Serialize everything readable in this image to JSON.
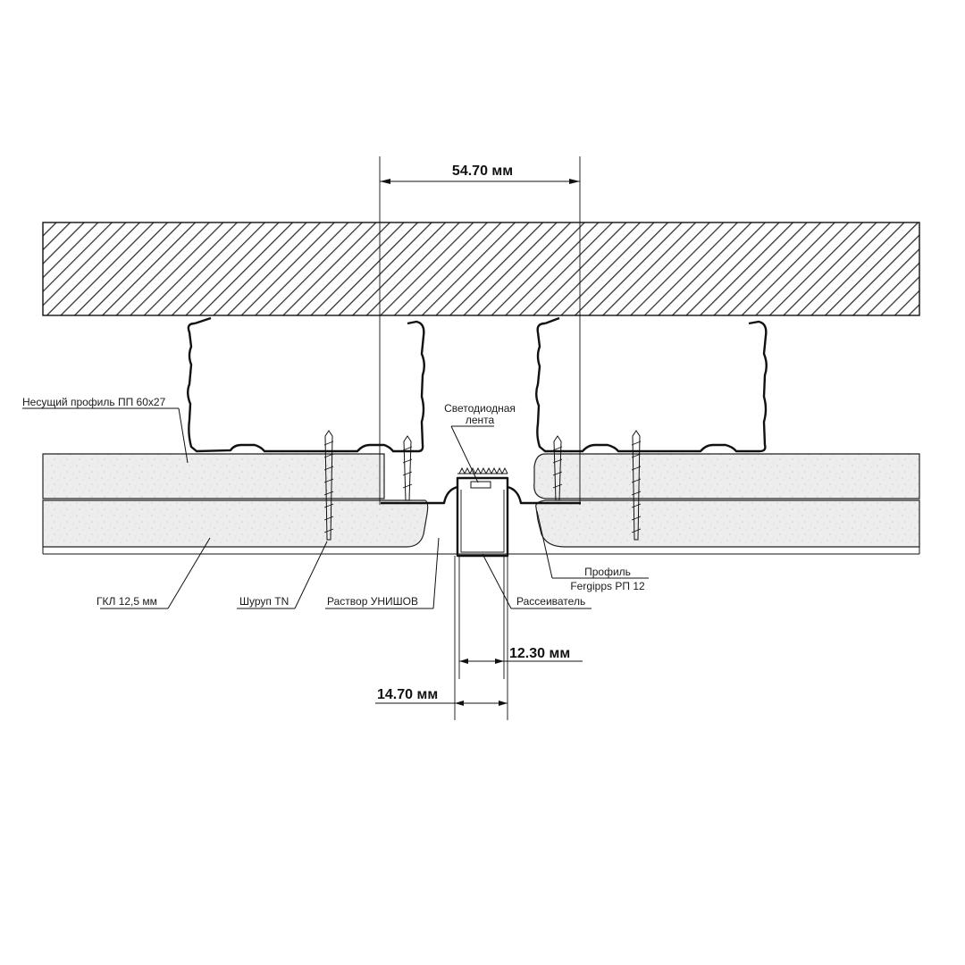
{
  "dimensions": {
    "top_width": "54.70 мм",
    "inner_width": "12.30 мм",
    "outer_width": "14.70 мм"
  },
  "labels": {
    "carrier_profile": "Несущий профиль ПП 60х27",
    "led_strip_line1": "Светодиодная",
    "led_strip_line2": "лента",
    "gypsum_board": "ГКЛ 12,5 мм",
    "screw": "Шуруп TN",
    "mortar": "Раствор УНИШОВ",
    "diffuser": "Рассеиватель",
    "profile_line1": "Профиль",
    "profile_line2": "Fergipps РП 12"
  }
}
